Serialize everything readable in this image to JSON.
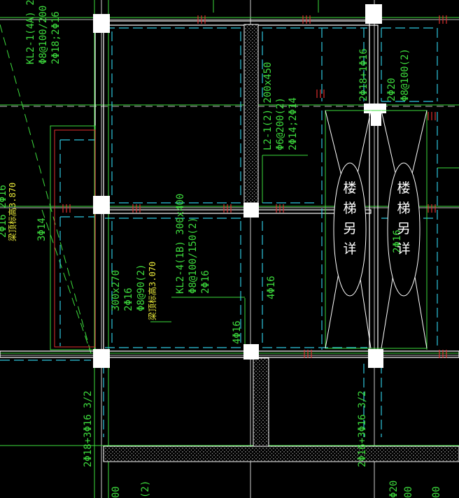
{
  "drawing": {
    "annotations": {
      "kl2_1": [
        "KL2-1(4A) 2",
        "Φ8@100/200",
        "2Φ18;2Φ16"
      ],
      "top_right_beam": [
        "2Φ18+1Φ16"
      ],
      "top_right_stirrup": [
        "2Φ20",
        "Φ8@100(2)"
      ],
      "l2_1": [
        "L2-1(2) 200x450",
        "Φ6@200(2)",
        "2Φ14;2Φ14"
      ],
      "kl2_4": [
        "KL2-4(1B) 300x400",
        "Φ8@100/150(2)",
        "2Φ16"
      ],
      "small_beam": [
        "300x270",
        "2Φ16",
        "Φ8@90(2)"
      ],
      "small_beam_elev": "梁顶标高3.070",
      "left_elev": "梁顶标高3.870",
      "left_partial": "2Φ16 2Φ16",
      "left_3phi14": "3Φ14",
      "mid_4phi16_a": "4Φ16",
      "mid_4phi16_b": "4Φ16",
      "right_2phi16": "2Φ16",
      "bottom_left_long": "2Φ18+3Φ16 3/2",
      "bottom_right_long": "2Φ16+3Φ16 3/2",
      "bottom_edge_1": "00",
      "bottom_edge_2": "(2)",
      "bottom_edge_3": "Φ20",
      "bottom_edge_4": "00",
      "bottom_edge_5": "00"
    },
    "stair_notes": [
      {
        "label": "楼梯另详"
      },
      {
        "label": "楼梯另详"
      }
    ],
    "colors": {
      "background": "#000000",
      "column_fill": "#ffffff",
      "beam_line": "#ffffff",
      "cyan_rebar": "#2ec8e0",
      "green_text": "#3ddc3d",
      "yellow_text": "#e8e83a",
      "red_tick": "#e03030",
      "grid_line": "#ffffff"
    },
    "icons": [
      "column-marker",
      "stair-ellipse",
      "section-tick"
    ]
  }
}
